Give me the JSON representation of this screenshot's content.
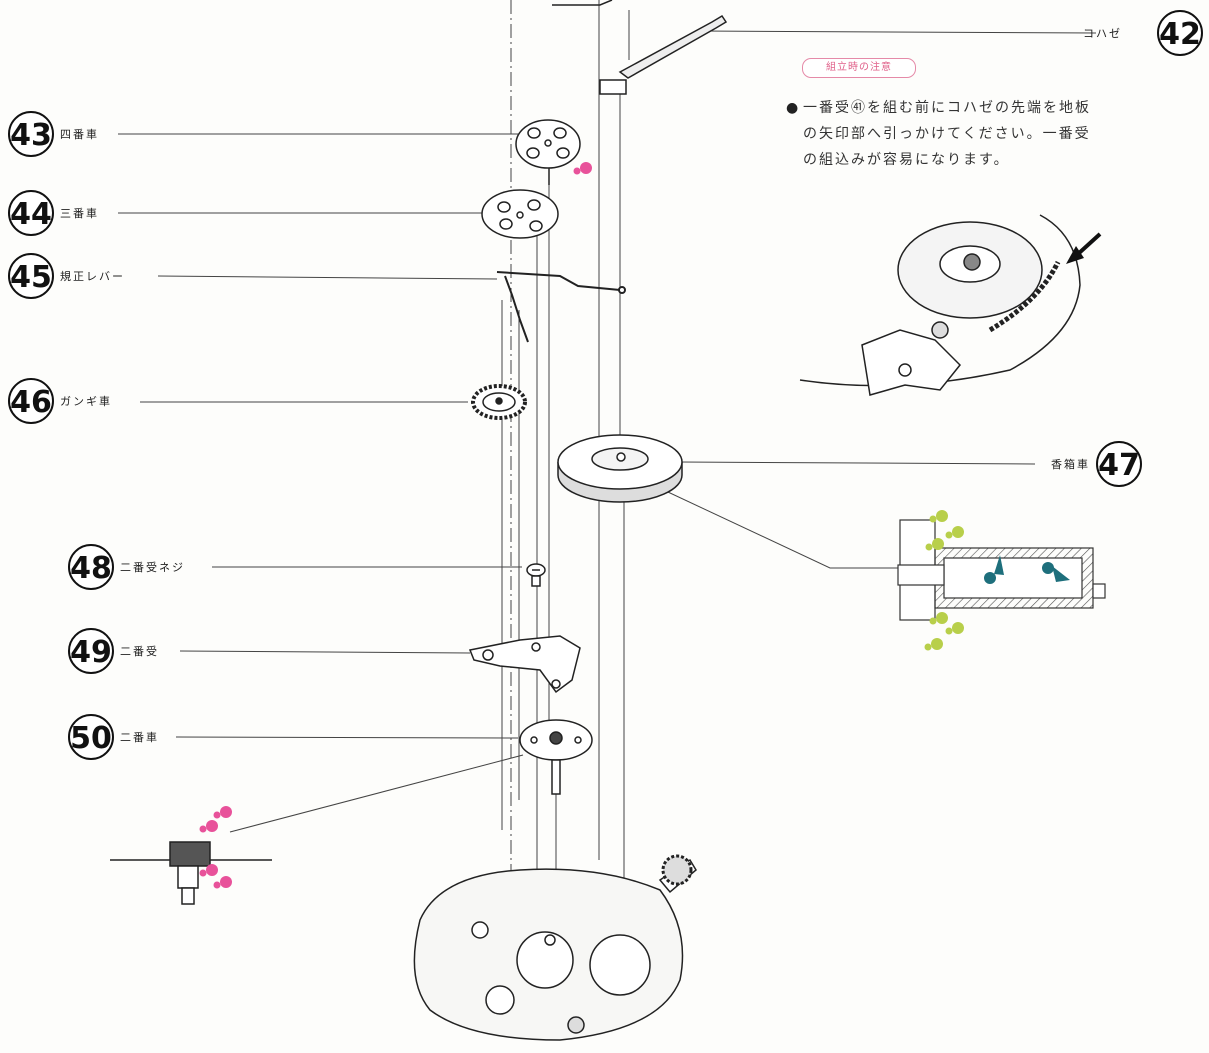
{
  "colors": {
    "line": "#333333",
    "oil_pink": "#e8529a",
    "oil_green": "#b8cf4a",
    "oil_teal": "#1e6f7c",
    "note_border": "#e58aa8"
  },
  "parts": [
    {
      "number": "42",
      "name": "コハゼ"
    },
    {
      "number": "43",
      "name": "四番車"
    },
    {
      "number": "44",
      "name": "三番車"
    },
    {
      "number": "45",
      "name": "規正レバー"
    },
    {
      "number": "46",
      "name": "ガンギ車"
    },
    {
      "number": "47",
      "name": "香箱車"
    },
    {
      "number": "48",
      "name": "二番受ネジ"
    },
    {
      "number": "49",
      "name": "二番受"
    },
    {
      "number": "50",
      "name": "二番車"
    }
  ],
  "note": {
    "header": "組立時の注意",
    "bullet": "●",
    "text": "一番受㊶を組む前にコハゼの先端を地板の矢印部へ引っかけてください。一番受の組込みが容易になります。"
  },
  "icons": [
    "oil-drop-pink-icon",
    "oil-drop-green-icon",
    "oil-drop-teal-icon",
    "arrow-icon"
  ]
}
